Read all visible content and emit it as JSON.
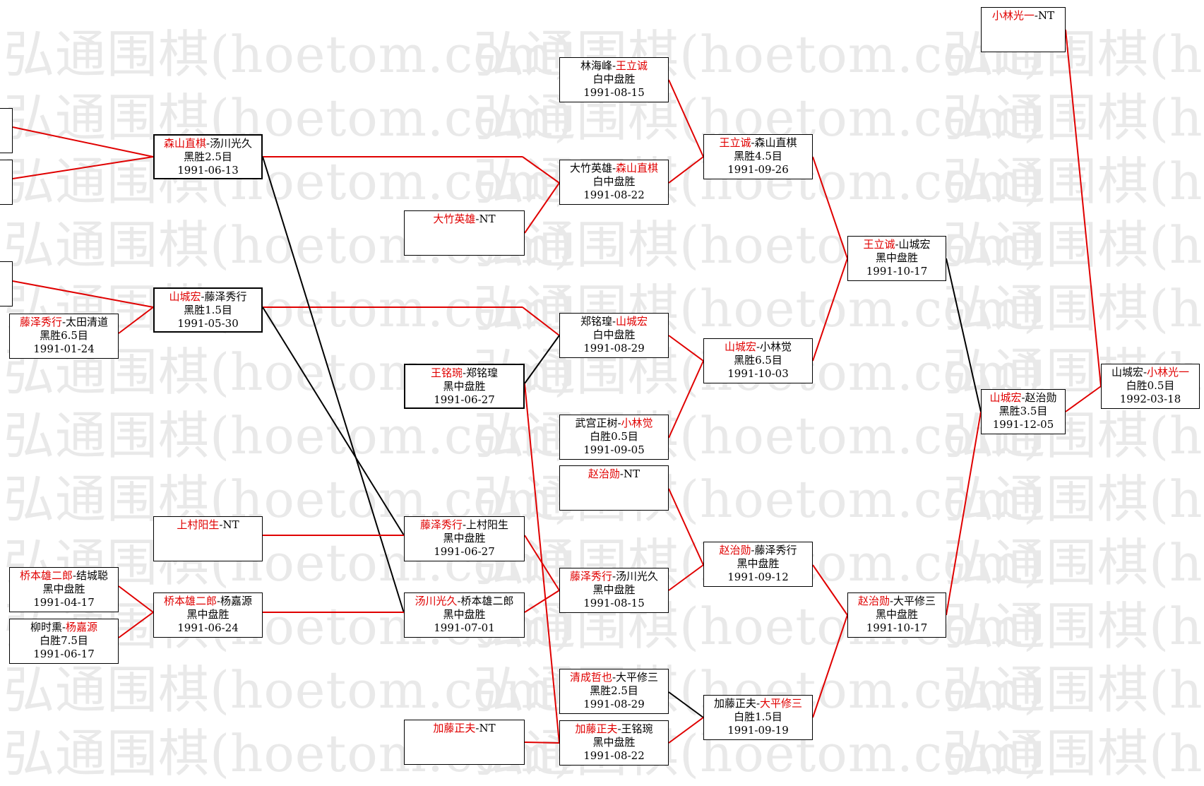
{
  "watermark": "弘通围棋(hoetom.com)",
  "colors": {
    "winner": "#e00000",
    "loser": "#000000",
    "watermark": "#e9e9e9"
  },
  "games": [
    {
      "id": "g1",
      "p1": "森山直棋",
      "p2": "汤川光久",
      "winner": 1,
      "result": "黑胜2.5目",
      "date": "1991-06-13"
    },
    {
      "id": "g2",
      "p1": "山城宏",
      "p2": "藤泽秀行",
      "winner": 1,
      "result": "黑胜1.5目",
      "date": "1991-05-30"
    },
    {
      "id": "g3",
      "p1": "藤泽秀行",
      "p2": "太田清道",
      "winner": 1,
      "result": "黑胜6.5目",
      "date": "1991-01-24"
    },
    {
      "id": "g4",
      "p1": "上村阳生",
      "p2": "NT",
      "winner": 1,
      "result": "",
      "date": ""
    },
    {
      "id": "g5",
      "p1": "桥本雄二郎",
      "p2": "结城聪",
      "winner": 1,
      "result": "黑中盘胜",
      "date": "1991-04-17"
    },
    {
      "id": "g6",
      "p1": "柳时熏",
      "p2": "杨嘉源",
      "winner": 2,
      "result": "白胜7.5目",
      "date": "1991-06-17"
    },
    {
      "id": "g7",
      "p1": "桥本雄二郎",
      "p2": "杨嘉源",
      "winner": 1,
      "result": "黑中盘胜",
      "date": "1991-06-24"
    },
    {
      "id": "g8",
      "p1": "大竹英雄",
      "p2": "NT",
      "winner": 1,
      "result": "",
      "date": ""
    },
    {
      "id": "g9",
      "p1": "王铭琬",
      "p2": "郑铭瑝",
      "winner": 1,
      "result": "黑中盘胜",
      "date": "1991-06-27"
    },
    {
      "id": "g10",
      "p1": "藤泽秀行",
      "p2": "上村阳生",
      "winner": 1,
      "result": "黑中盘胜",
      "date": "1991-06-27"
    },
    {
      "id": "g11",
      "p1": "汤川光久",
      "p2": "桥本雄二郎",
      "winner": 1,
      "result": "黑中盘胜",
      "date": "1991-07-01"
    },
    {
      "id": "g12",
      "p1": "加藤正夫",
      "p2": "NT",
      "winner": 1,
      "result": "",
      "date": ""
    },
    {
      "id": "g13",
      "p1": "林海峰",
      "p2": "王立诚",
      "winner": 2,
      "result": "白中盘胜",
      "date": "1991-08-15"
    },
    {
      "id": "g14",
      "p1": "大竹英雄",
      "p2": "森山直棋",
      "winner": 2,
      "result": "白中盘胜",
      "date": "1991-08-22"
    },
    {
      "id": "g15",
      "p1": "郑铭瑝",
      "p2": "山城宏",
      "winner": 2,
      "result": "白中盘胜",
      "date": "1991-08-29"
    },
    {
      "id": "g16",
      "p1": "武宫正树",
      "p2": "小林觉",
      "winner": 2,
      "result": "白胜0.5目",
      "date": "1991-09-05"
    },
    {
      "id": "g17",
      "p1": "赵治勋",
      "p2": "NT",
      "winner": 1,
      "result": "",
      "date": ""
    },
    {
      "id": "g18",
      "p1": "藤泽秀行",
      "p2": "汤川光久",
      "winner": 1,
      "result": "黑中盘胜",
      "date": "1991-08-15"
    },
    {
      "id": "g19",
      "p1": "清成哲也",
      "p2": "大平修三",
      "winner": 1,
      "result": "黑胜2.5目",
      "date": "1991-08-29"
    },
    {
      "id": "g20",
      "p1": "加藤正夫",
      "p2": "王铭琬",
      "winner": 1,
      "result": "黑中盘胜",
      "date": "1991-08-22"
    },
    {
      "id": "g21",
      "p1": "王立诚",
      "p2": "森山直棋",
      "winner": 1,
      "result": "黑胜4.5目",
      "date": "1991-09-26"
    },
    {
      "id": "g22",
      "p1": "山城宏",
      "p2": "小林觉",
      "winner": 1,
      "result": "黑胜6.5目",
      "date": "1991-10-03"
    },
    {
      "id": "g23",
      "p1": "赵治勋",
      "p2": "藤泽秀行",
      "winner": 1,
      "result": "黑中盘胜",
      "date": "1991-09-12"
    },
    {
      "id": "g24",
      "p1": "加藤正夫",
      "p2": "大平修三",
      "winner": 2,
      "result": "白胜1.5目",
      "date": "1991-09-19"
    },
    {
      "id": "g25",
      "p1": "王立诚",
      "p2": "山城宏",
      "winner": 1,
      "result": "黑中盘胜",
      "date": "1991-10-17"
    },
    {
      "id": "g26",
      "p1": "赵治勋",
      "p2": "大平修三",
      "winner": 1,
      "result": "黑中盘胜",
      "date": "1991-10-17"
    },
    {
      "id": "g27",
      "p1": "山城宏",
      "p2": "赵治勋",
      "winner": 1,
      "result": "黑胜3.5目",
      "date": "1991-12-05"
    },
    {
      "id": "g28",
      "p1": "小林光一",
      "p2": "NT",
      "winner": 1,
      "result": "",
      "date": ""
    },
    {
      "id": "g29",
      "p1": "山城宏",
      "p2": "小林光一",
      "winner": 2,
      "result": "白胜0.5目",
      "date": "1992-03-18"
    },
    {
      "id": "g30",
      "p1": "",
      "p2": "",
      "winner": 0,
      "result": "",
      "date": ""
    },
    {
      "id": "g31",
      "p1": "",
      "p2": "",
      "winner": 0,
      "result": "",
      "date": ""
    },
    {
      "id": "g32",
      "p1": "",
      "p2": "",
      "winner": 0,
      "result": "",
      "date": ""
    }
  ]
}
